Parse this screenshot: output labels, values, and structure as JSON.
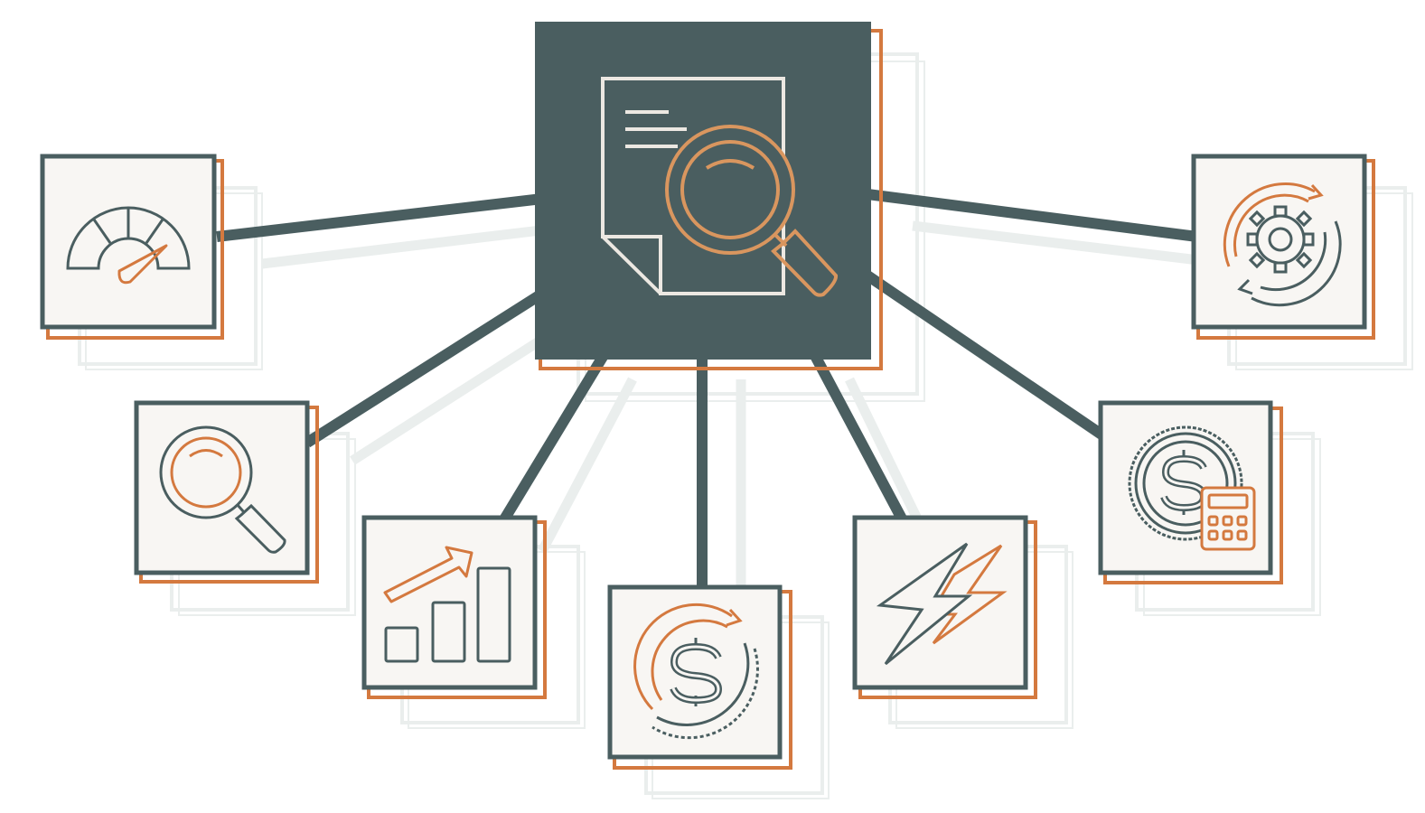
{
  "colors": {
    "slate": "#4a5e60",
    "orange": "#d4793f",
    "orange_light": "#d9965f",
    "tile_fill": "#f8f6f3",
    "shadow": "#eaeeed",
    "hub_line": "#ece8e2"
  },
  "hub": {
    "icon": "document-search-icon"
  },
  "nodes": [
    {
      "id": "speedometer",
      "icon": "speedometer-icon"
    },
    {
      "id": "settings-cycle",
      "icon": "gear-refresh-icon"
    },
    {
      "id": "search",
      "icon": "magnifier-icon"
    },
    {
      "id": "growth",
      "icon": "bar-chart-growth-icon"
    },
    {
      "id": "money-cycle",
      "icon": "dollar-refresh-icon"
    },
    {
      "id": "energy",
      "icon": "lightning-icon"
    },
    {
      "id": "finance-calc",
      "icon": "coin-calculator-icon"
    }
  ]
}
